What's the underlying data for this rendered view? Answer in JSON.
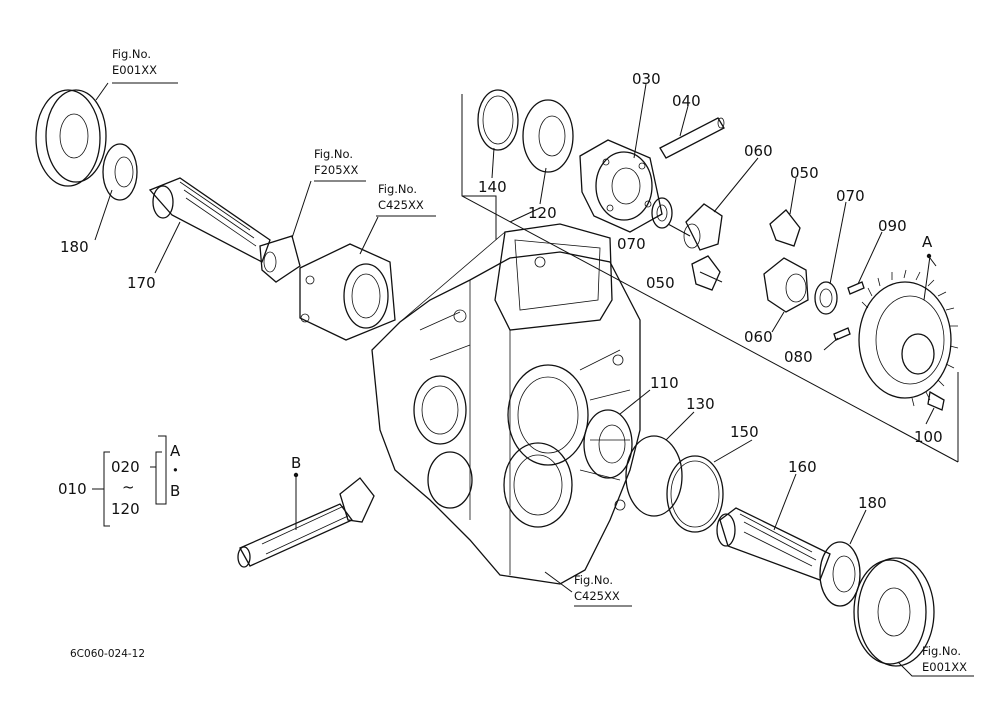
{
  "diagram": {
    "type": "exploded-parts-diagram",
    "code": "6C060-024-12",
    "fig_refs": {
      "top_left": {
        "title": "Fig.No.",
        "number": "E001XX"
      },
      "shift": {
        "title": "Fig.No.",
        "number": "F205XX"
      },
      "cover": {
        "title": "Fig.No.",
        "number": "C425XX"
      },
      "case": {
        "title": "Fig.No.",
        "number": "C425XX"
      },
      "bottom_right": {
        "title": "Fig.No.",
        "number": "E001XX"
      }
    },
    "parts": {
      "p010": "010",
      "p020": "020",
      "p030": "030",
      "p040": "040",
      "p050a": "050",
      "p050b": "050",
      "p060a": "060",
      "p060b": "060",
      "p070a": "070",
      "p070b": "070",
      "p080": "080",
      "p090": "090",
      "p100": "100",
      "p110": "110",
      "p120a": "120",
      "p120b": "120",
      "p130": "130",
      "p140": "140",
      "p150": "150",
      "p160": "160",
      "p170": "170",
      "p180a": "180",
      "p180b": "180"
    },
    "markers": {
      "a": "A",
      "b": "B"
    },
    "assembly_key": {
      "tilde": "~",
      "dot": "•"
    }
  }
}
